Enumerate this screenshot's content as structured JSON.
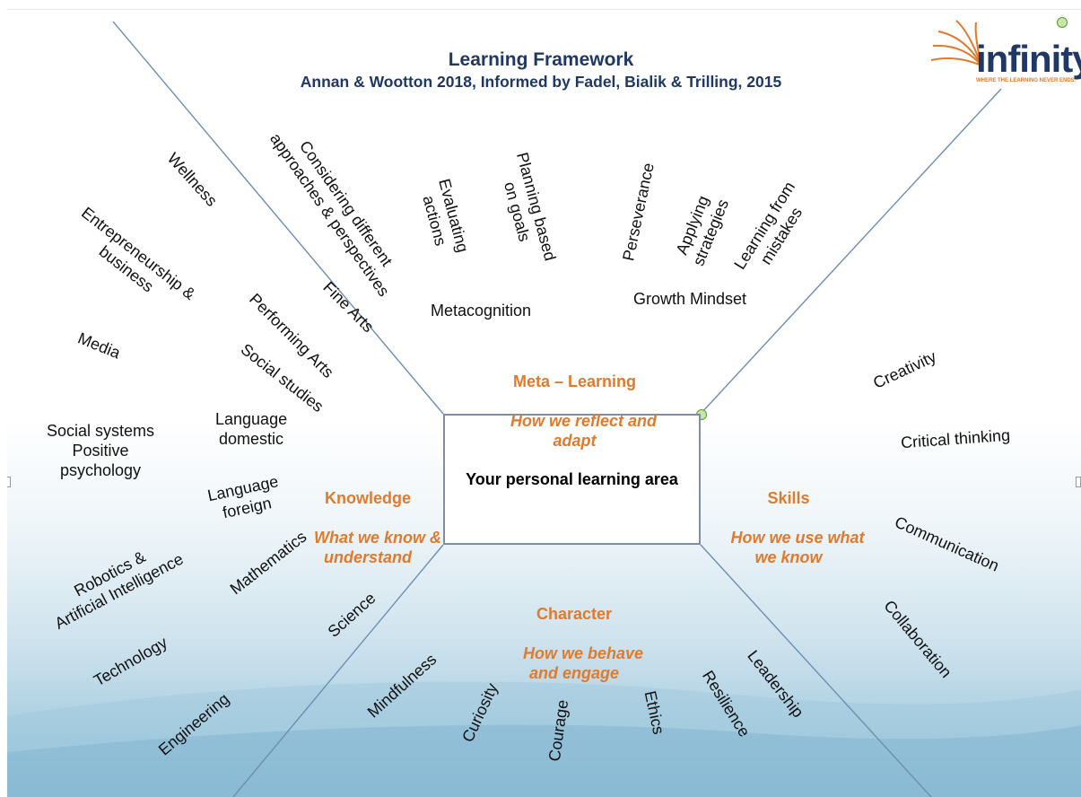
{
  "header": {
    "title": "Learning Framework",
    "subtitle": "Annan & Wootton 2018, Informed by Fadel, Bialik & Trilling, 2015"
  },
  "logo": {
    "text": "infinity",
    "tagline": "WHERE THE LEARNING NEVER ENDS"
  },
  "center": {
    "label": "Your personal learning area"
  },
  "categories": {
    "meta": {
      "name": "Meta – Learning",
      "desc": "How we reflect and\nadapt"
    },
    "knowledge": {
      "name": "Knowledge",
      "desc": "What we know &\nunderstand"
    },
    "skills": {
      "name": "Skills",
      "desc": "How we use what\nwe know"
    },
    "character": {
      "name": "Character",
      "desc": "How we behave\nand engage"
    }
  },
  "meta_items": {
    "metacognition": "Metacognition",
    "growth_mindset": "Growth Mindset",
    "considering": "Considering different\napproaches & perspectives",
    "evaluating": "Evaluating\nactions",
    "planning": "Planning based\non goals",
    "perseverance": "Perseverance",
    "applying": "Applying\nstrategies",
    "learning_mistakes": "Learning from\nmistakes"
  },
  "knowledge_items": {
    "wellness": "Wellness",
    "entrepreneurship": "Entrepreneurship &\nbusiness",
    "media": "Media",
    "fine_arts": "Fine Arts",
    "performing_arts": "Performing Arts",
    "social_studies": "Social studies",
    "social_systems": "Social systems\nPositive\npsychology",
    "language_domestic": "Language\ndomestic",
    "language_foreign": "Language\nforeign",
    "robotics": "Robotics &\nArtificial Intelligence",
    "mathematics": "Mathematics",
    "science": "Science",
    "technology": "Technology",
    "engineering": "Engineering"
  },
  "skills_items": {
    "creativity": "Creativity",
    "critical_thinking": "Critical thinking",
    "communication": "Communication",
    "collaboration": "Collaboration"
  },
  "character_items": {
    "mindfulness": "Mindfulness",
    "curiosity": "Curiosity",
    "courage": "Courage",
    "ethics": "Ethics",
    "resilience": "Resilience",
    "leadership": "Leadership"
  },
  "colors": {
    "title": "#1f3864",
    "category": "#e07a2d",
    "line": "#6d8fb0",
    "box_border": "#7f8ea3"
  }
}
